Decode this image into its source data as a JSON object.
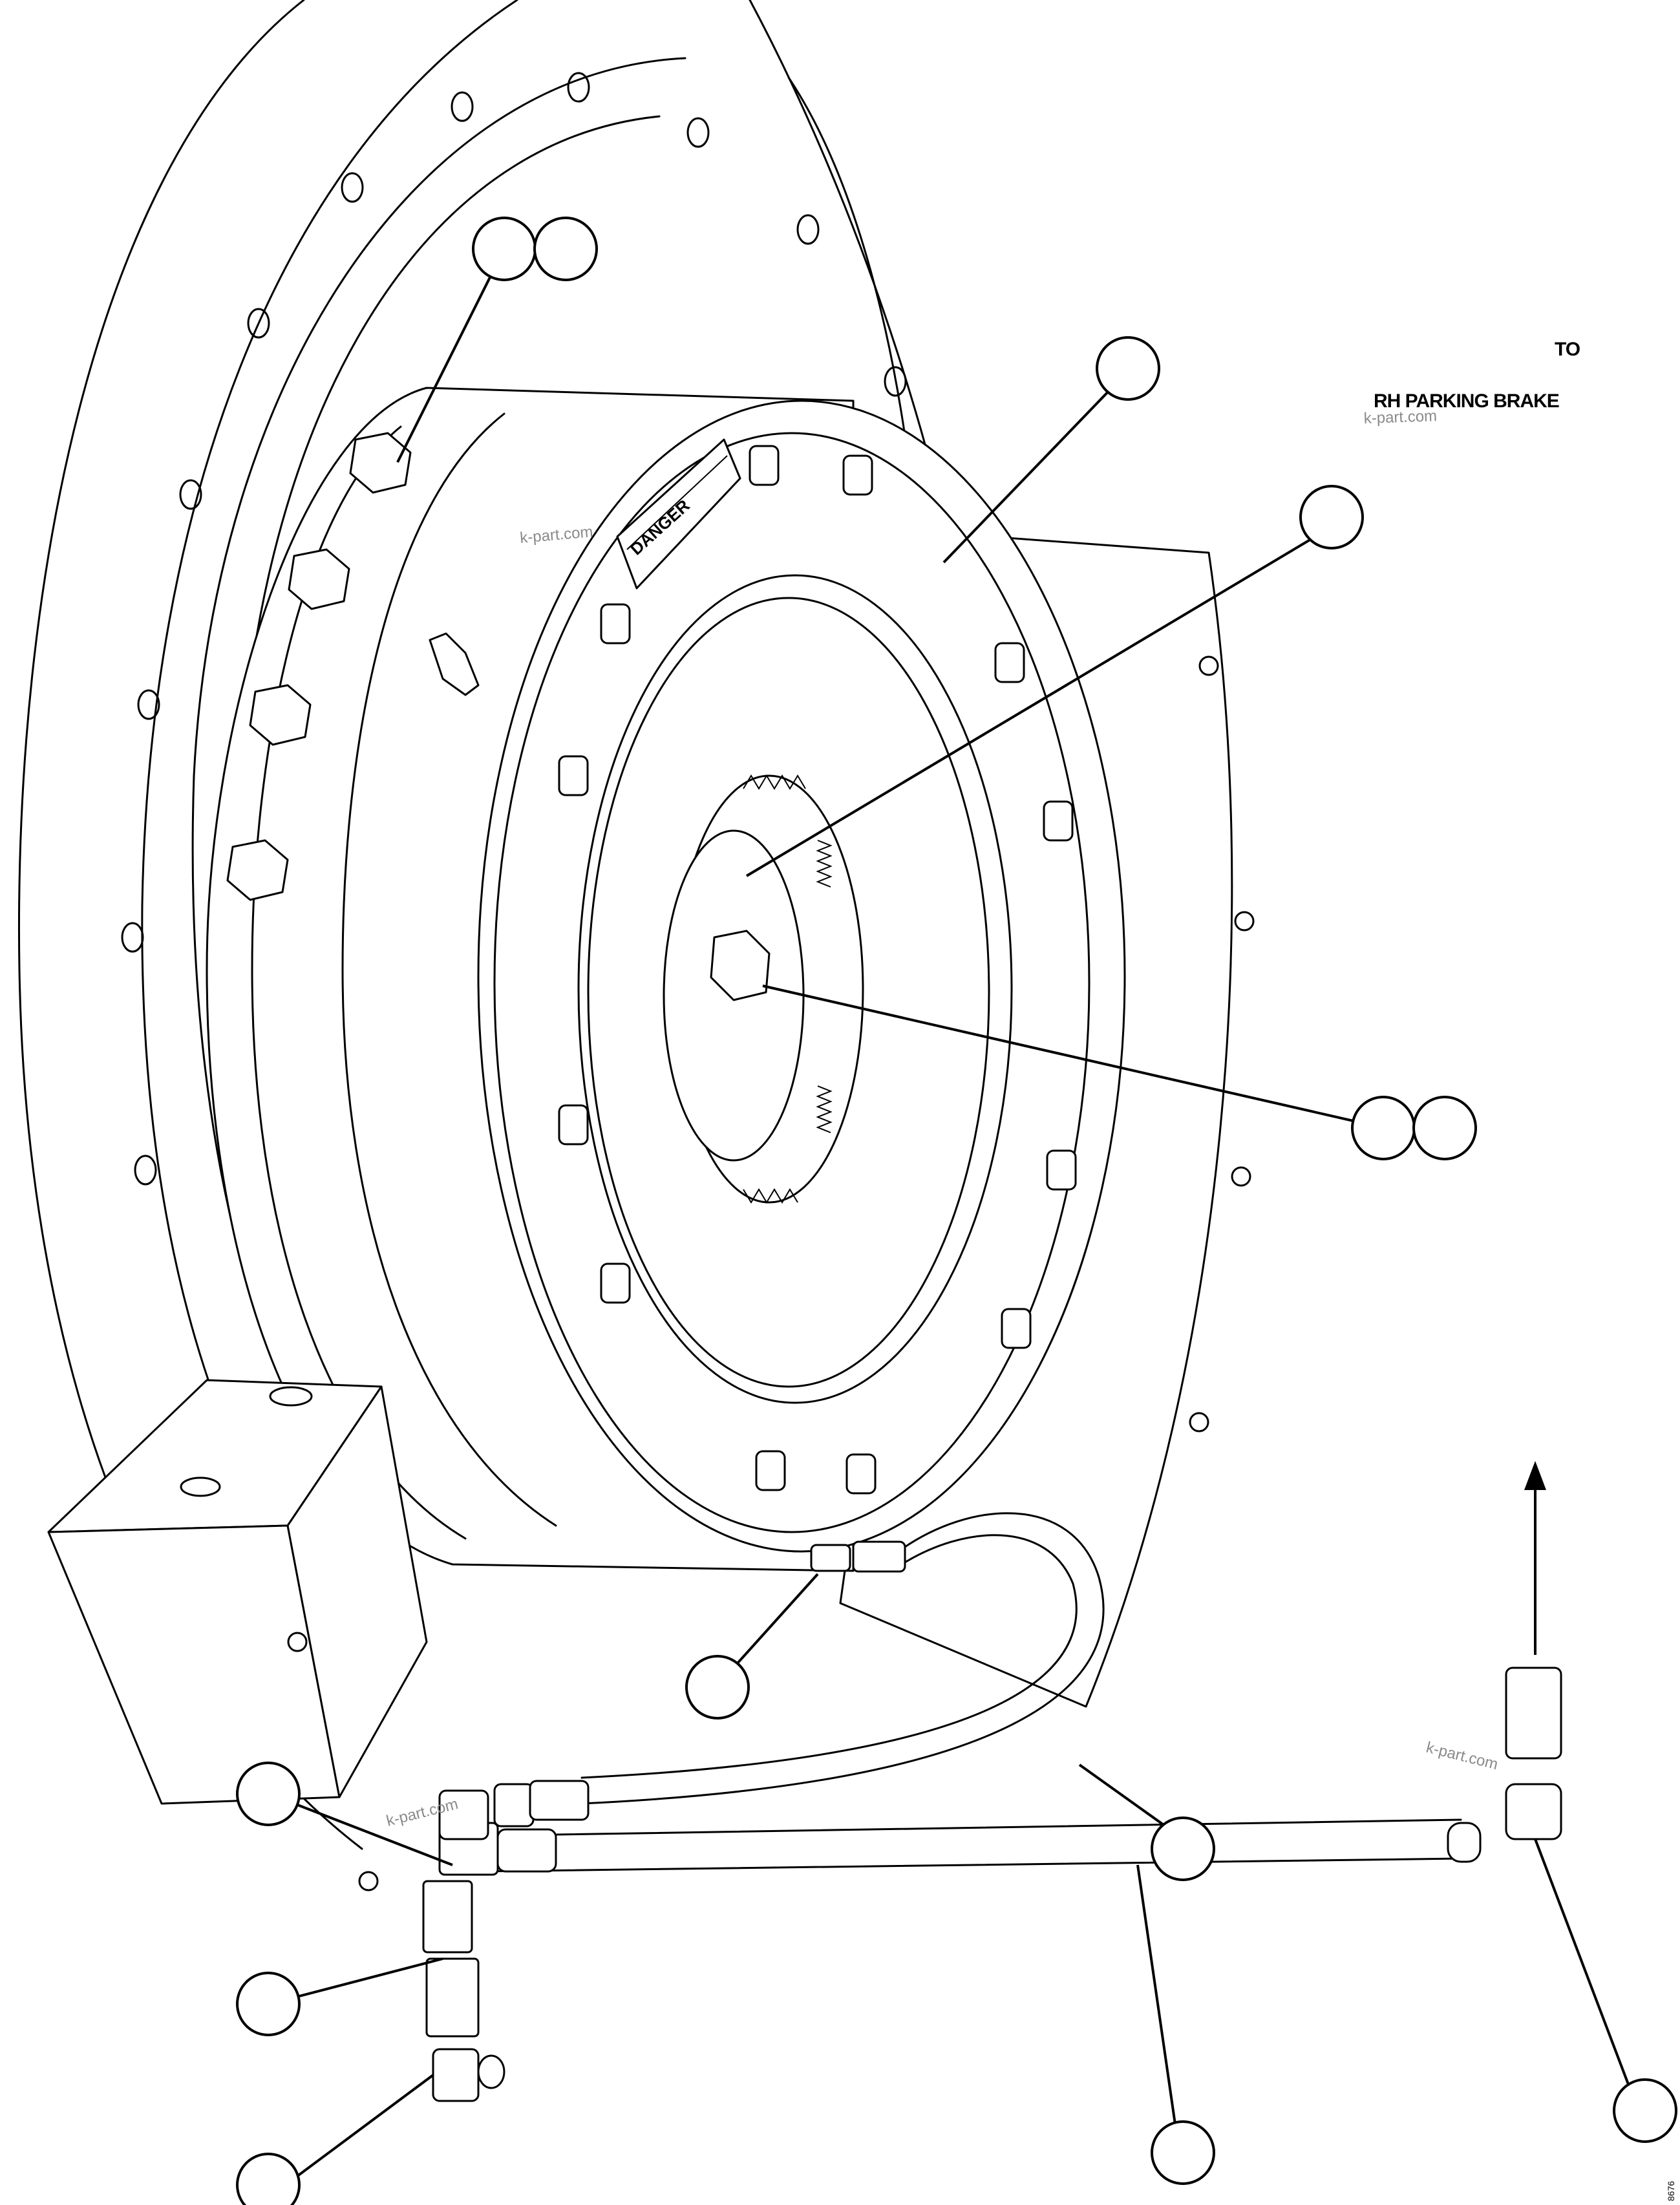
{
  "labels": {
    "to": "TO",
    "destination": "RH PARKING BRAKE",
    "danger": "DANGER",
    "figure_code": "8676"
  },
  "watermarks": [
    "k-part.com",
    "k-part.com",
    "k-part.com",
    "k-part.com"
  ]
}
